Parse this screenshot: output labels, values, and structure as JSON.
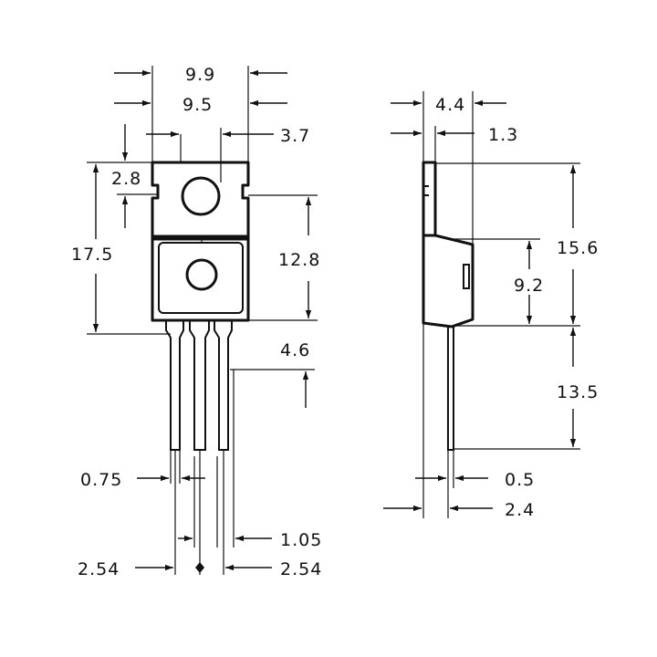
{
  "front_view": {
    "dims": {
      "overall_width": "9.9",
      "body_width": "9.5",
      "hole_offset": "3.7",
      "hole_center_from_top": "2.8",
      "overall_height": "17.5",
      "body_height": "12.8",
      "lead_shoulder": "4.6",
      "lead_thickness": "0.75",
      "lead_width": "1.05",
      "pitch_left": "2.54",
      "pitch_right": "2.54"
    }
  },
  "side_view": {
    "dims": {
      "total_thickness": "4.4",
      "tab_thickness": "1.3",
      "height": "15.6",
      "body_side_height": "9.2",
      "lead_length": "13.5",
      "lead_side_thickness": "0.5",
      "lead_offset": "2.4"
    }
  }
}
